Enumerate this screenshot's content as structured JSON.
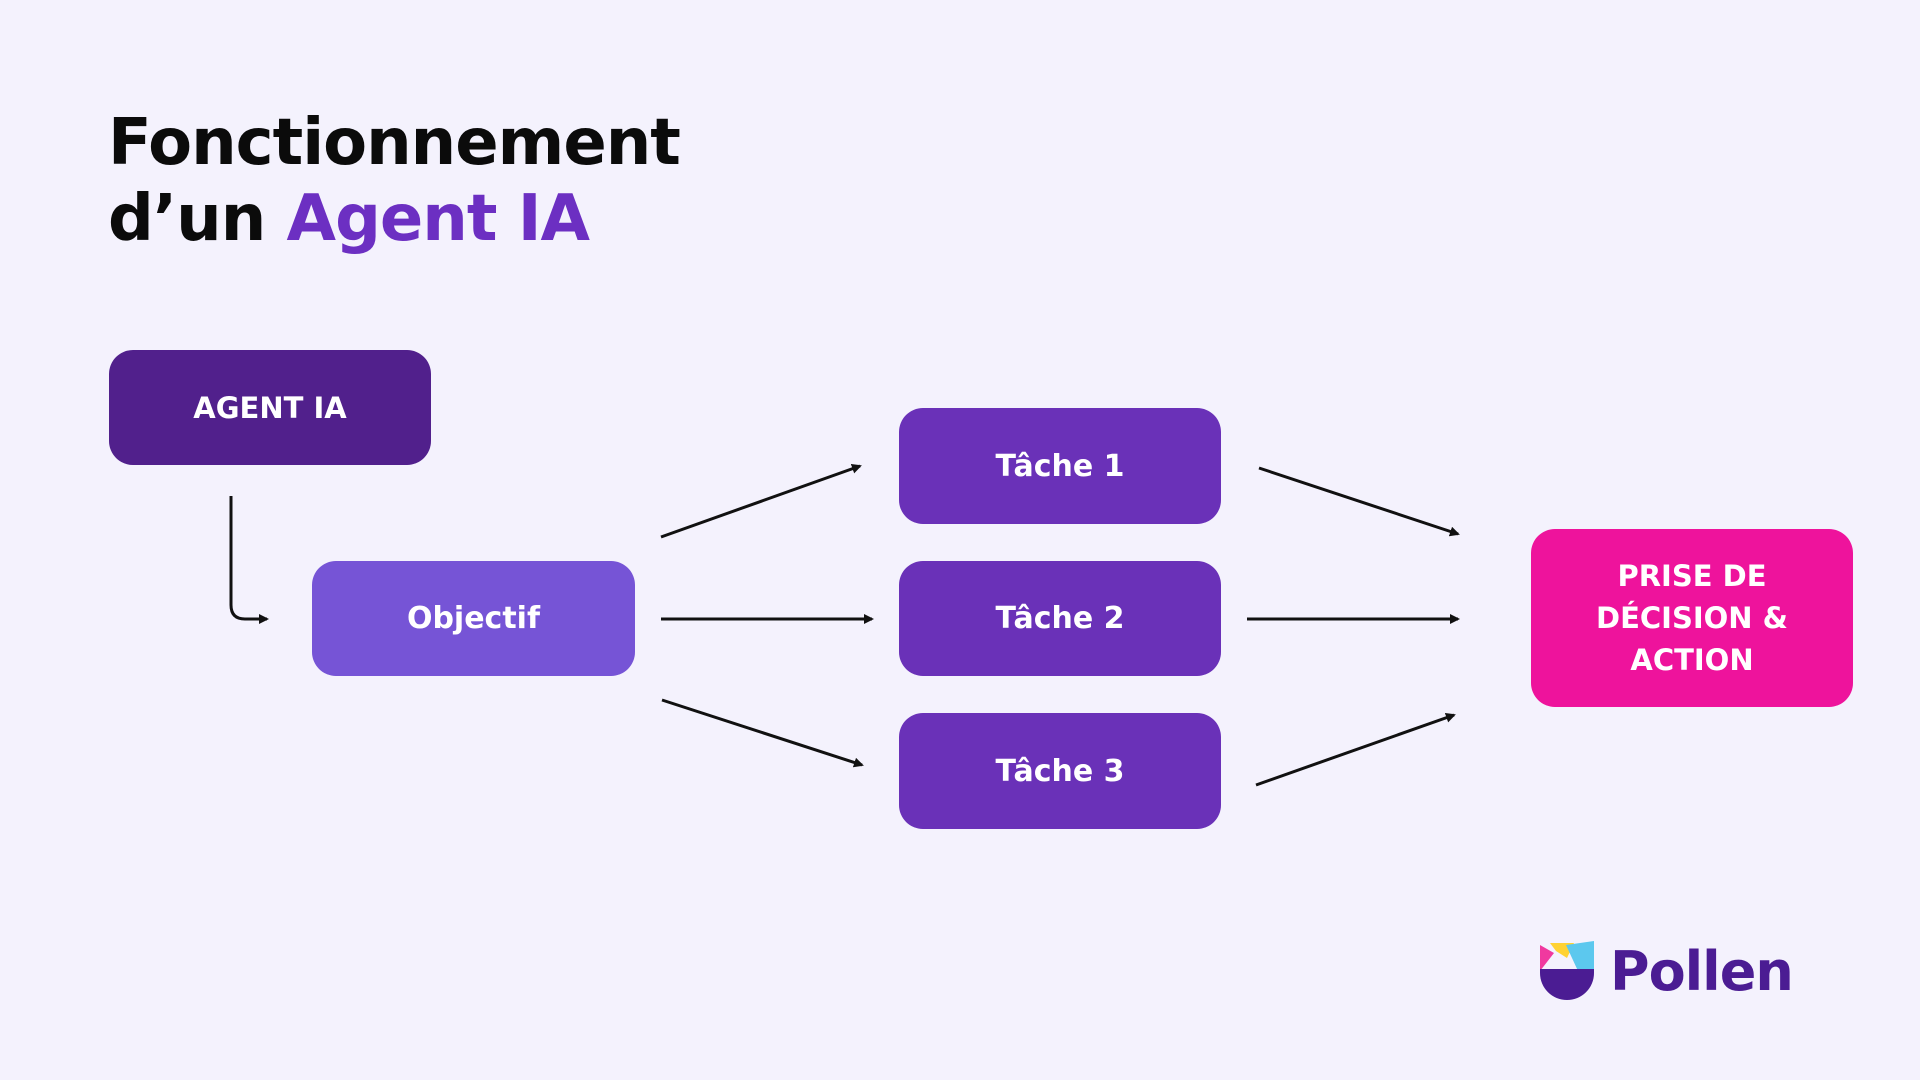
{
  "title": {
    "line1": "Fonctionnement",
    "line2_prefix": "d’un ",
    "line2_accent": "Agent IA"
  },
  "colors": {
    "background": "#f4f2fd",
    "accent": "#6c2fc2",
    "agent": "#51208c",
    "objective": "#7654d6",
    "task": "#6a31b8",
    "decision": "#ee139c",
    "brand": "#4b1c93"
  },
  "nodes": {
    "agent": "AGENT IA",
    "objective": "Objectif",
    "task1": "Tâche 1",
    "task2": "Tâche 2",
    "task3": "Tâche 3",
    "decision": "PRISE DE\nDÉCISION &\nACTION"
  },
  "edges": [
    {
      "from": "agent",
      "to": "objective"
    },
    {
      "from": "objective",
      "to": "task1"
    },
    {
      "from": "objective",
      "to": "task2"
    },
    {
      "from": "objective",
      "to": "task3"
    },
    {
      "from": "task1",
      "to": "decision"
    },
    {
      "from": "task2",
      "to": "decision"
    },
    {
      "from": "task3",
      "to": "decision"
    }
  ],
  "logo": {
    "icon": "pollen-flower-icon",
    "text": "Pollen"
  }
}
